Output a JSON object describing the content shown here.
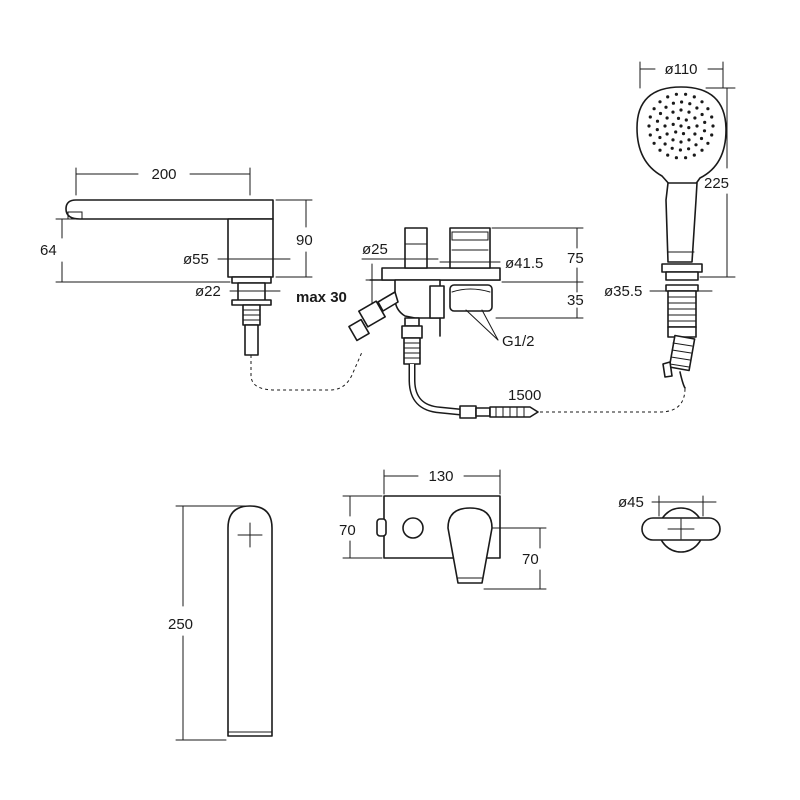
{
  "dimensions": {
    "spout_length": "200",
    "spout_drop": "64",
    "spout_height": "90",
    "spout_body_dia": "ø55",
    "spout_shank_dia": "ø22",
    "mixer_handle_dia": "ø25",
    "mixer_body_dia": "ø41.5",
    "mixer_height": "75",
    "mixer_base": "35",
    "deck_thickness": "max 30",
    "thread": "G1/2",
    "hose_length": "1500",
    "shower_head_dia": "ø110",
    "shower_length": "225",
    "holder_dia": "ø35.5",
    "spout_top_length": "250",
    "plate_width": "130",
    "plate_height": "70",
    "lever_height": "70",
    "knob_dia": "ø45"
  }
}
